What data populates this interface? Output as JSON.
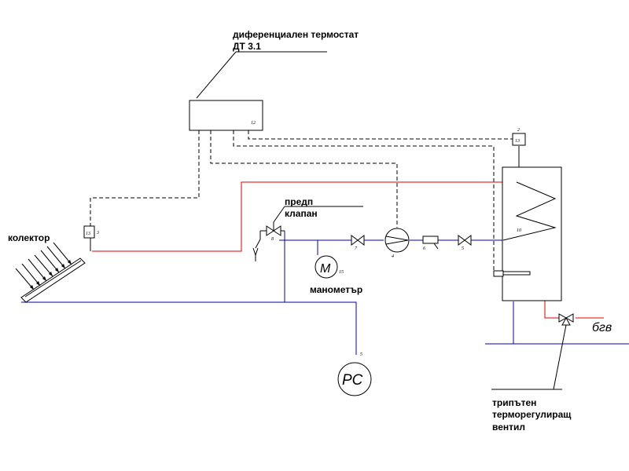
{
  "labels": {
    "thermostat_line1": "диференциален термостат",
    "thermostat_line2": "ДТ 3.1",
    "collector": "колектор",
    "safety_valve_line1": "предп",
    "safety_valve_line2": "клапан",
    "manometer": "манометър",
    "three_way_line1": "трипътен",
    "three_way_line2": "терморегулиращ",
    "three_way_line3": "вентил",
    "hot_water": "бгв",
    "manometer_symbol": "M",
    "expansion_symbol": "PC"
  },
  "small_numbers": {
    "thermostat": "12",
    "sensor_collector_box": "13",
    "sensor_collector": "3",
    "sensor_tank_box": "13",
    "sensor_tank": "2",
    "safety_valve": "8",
    "valve_1": "7",
    "pump": "4",
    "filter": "6",
    "valve_2": "5",
    "coil": "10",
    "manometer": "15",
    "expansion": "5"
  },
  "colors": {
    "hot_line": "#e00000",
    "cold_line": "#0000aa",
    "signal_line": "#000000"
  }
}
